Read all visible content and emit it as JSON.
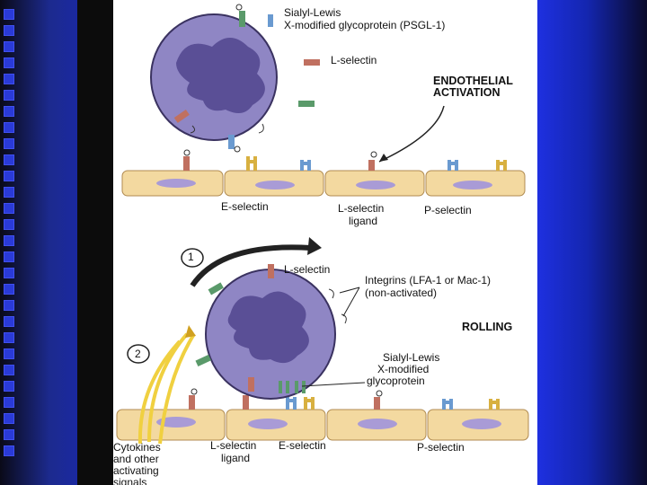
{
  "top": {
    "psgl_line1": "Sialyl-Lewis",
    "psgl_line2": "X-modified glycoprotein (PSGL-1)",
    "l_selectin": "L-selectin",
    "endothelial_line1": "ENDOTHELIAL",
    "endothelial_line2": "ACTIVATION",
    "e_selectin": "E-selectin",
    "ligand_line1": "L-selectin",
    "ligand_line2": "ligand",
    "p_selectin": "P-selectin"
  },
  "bottom": {
    "step1": "1",
    "step2": "2",
    "l_selectin": "L-selectin",
    "integrins_line1": "Integrins (LFA-1 or Mac-1)",
    "integrins_line2": "(non-activated)",
    "rolling": "ROLLING",
    "sialyl_line1": "Sialyl-Lewis",
    "sialyl_line2": "X-modified",
    "sialyl_line3": "glycoprotein",
    "cytokines_line1": "Cytokines",
    "cytokines_line2": "and other",
    "cytokines_line3": "activating",
    "cytokines_line4": "signals",
    "ligand_line1": "L-selectin",
    "ligand_line2": "ligand",
    "e_selectin": "E-selectin",
    "p_selectin": "P-selectin"
  },
  "colors": {
    "cell_fill": "#8f86c4",
    "nucleus": "#5a4f96",
    "endothelium": "#f3d9a0",
    "endothelium_nucleus": "#a99bd6",
    "brown_receptor": "#c07060",
    "green_receptor": "#5a9a6a",
    "yellow_receptor": "#d8b040",
    "blue_receptor": "#6a9ad0",
    "arrow_yellow": "#f0d040"
  }
}
